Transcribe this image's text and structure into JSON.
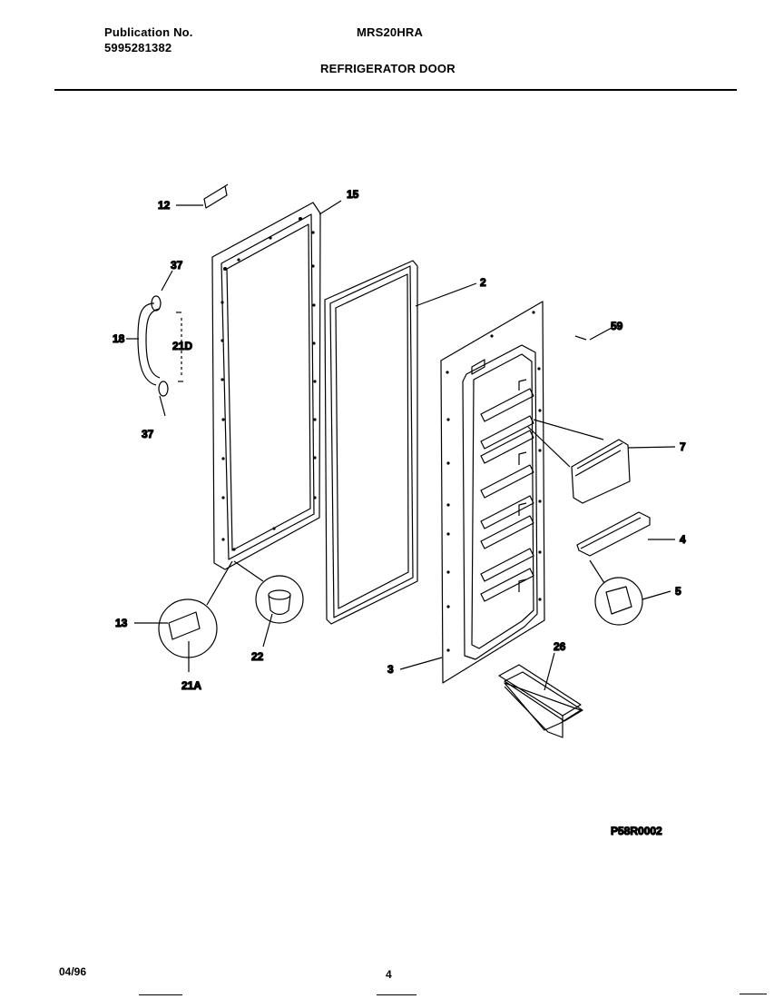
{
  "header": {
    "publication_label": "Publication No.",
    "publication_number": "5995281382",
    "model": "MRS20HRA",
    "section_title": "REFRIGERATOR DOOR"
  },
  "diagram": {
    "figure_code": "P58R0002",
    "callouts": {
      "c12": "12",
      "c15": "15",
      "c37a": "37",
      "c18": "18",
      "c21d": "21D",
      "c37b": "37",
      "c2": "2",
      "c59": "59",
      "c7": "7",
      "c4": "4",
      "c5": "5",
      "c13": "13",
      "c22": "22",
      "c21a": "21A",
      "c26": "26",
      "c3": "3"
    }
  },
  "footer": {
    "date": "04/96",
    "page": "4"
  }
}
